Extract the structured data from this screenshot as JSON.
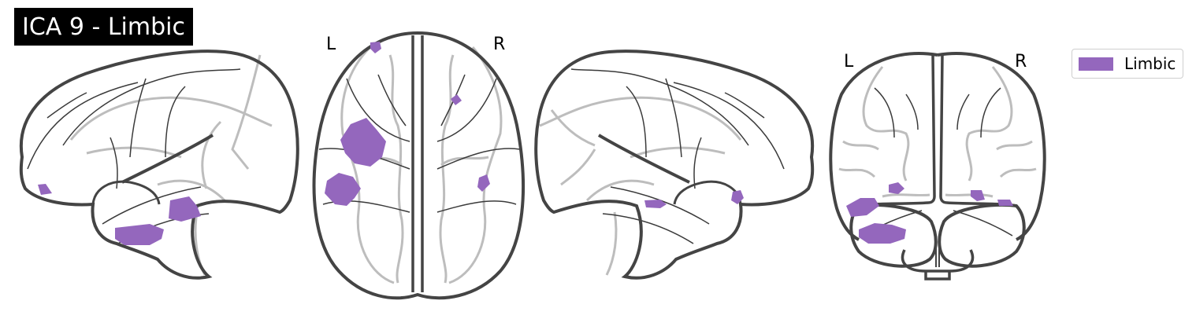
{
  "title": "ICA 9 - Limbic",
  "axial_view": {
    "left_label": "L",
    "right_label": "R"
  },
  "coronal_view": {
    "left_label": "L",
    "right_label": "R"
  },
  "legend": {
    "label": "Limbic",
    "color": "#9467bd"
  },
  "colors": {
    "outline": "#444444",
    "inner_light": "#bdbdbd",
    "sulci": "#3a3a3a",
    "blob": "#9467bd"
  }
}
